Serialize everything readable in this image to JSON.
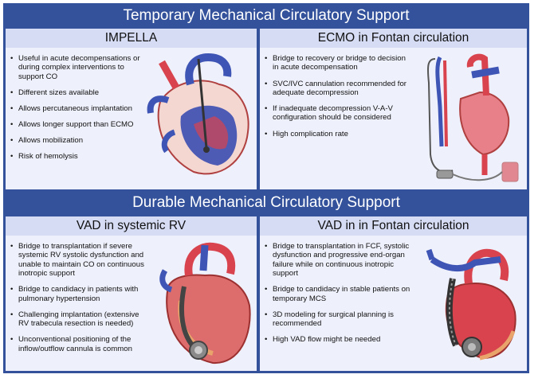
{
  "sections": {
    "temporary": "Temporary Mechanical Circulatory Support",
    "durable": "Durable Mechanical Circulatory Support"
  },
  "impella": {
    "title": "IMPELLA",
    "items": [
      "Useful in acute decompensations or during complex interventions to support CO",
      "Different sizes available",
      "Allows percutaneous implantation",
      "Allows longer support than ECMO",
      "Allows mobilization",
      "Risk of hemolysis"
    ]
  },
  "ecmo": {
    "title": "ECMO in Fontan circulation",
    "items": [
      "Bridge to recovery or bridge to decision in acute decompensation",
      "SVC/IVC cannulation recommended for adequate decompression",
      "If inadequate decompression V-A-V configuration should be considered",
      "High complication rate"
    ]
  },
  "vad_rv": {
    "title": "VAD in systemic RV",
    "items": [
      "Bridge to transplantation if severe systemic RV systolic dysfunction and unable to maintain CO on continuous inotropic support",
      "Bridge to candidacy in patients with pulmonary hypertension",
      "Challenging implantation (extensive RV trabecula resection is needed)",
      "Unconventional positioning of the inflow/outflow cannula is common"
    ]
  },
  "vad_fontan": {
    "title": "VAD in in Fontan circulation",
    "items": [
      "Bridge to transplantation in FCF, systolic dysfunction and progressive end-organ failure while on continuous inotropic support",
      "Bridge to candidacy in stable patients on temporary MCS",
      "3D modeling for surgical planning is recommended",
      "High VAD flow might be needed"
    ]
  },
  "colors": {
    "frame": "#34529b",
    "panel_head": "#d6dcf4",
    "panel_body": "#eef0fb",
    "heart_red": "#d9434d",
    "vessel_blue": "#3e55b5"
  },
  "illustrations": [
    "impella-heart-illustration",
    "ecmo-fontan-illustration",
    "vad-systemic-rv-heart-illustration",
    "vad-fontan-heart-illustration"
  ]
}
